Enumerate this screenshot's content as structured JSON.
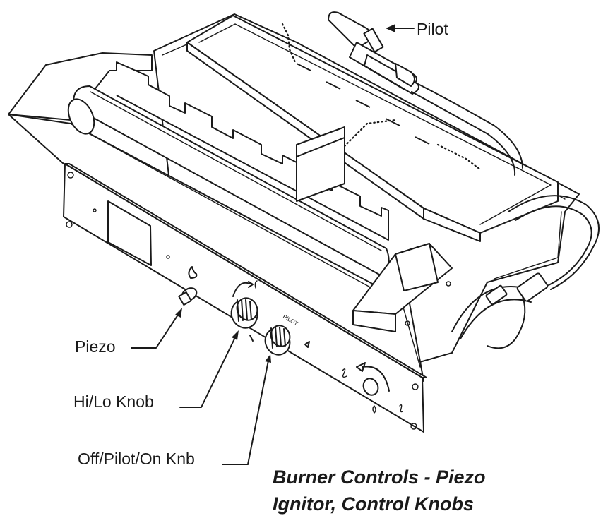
{
  "labels": {
    "pilot": "Pilot",
    "piezo": "Piezo",
    "hi_lo_knob": "Hi/Lo Knob",
    "off_pilot_on_knob": "Off/Pilot/On Knb"
  },
  "panel_text": {
    "pilot_marking": "PILOT"
  },
  "caption": {
    "line1": "Burner Controls - Piezo",
    "line2": "Ignitor, Control Knobs"
  }
}
